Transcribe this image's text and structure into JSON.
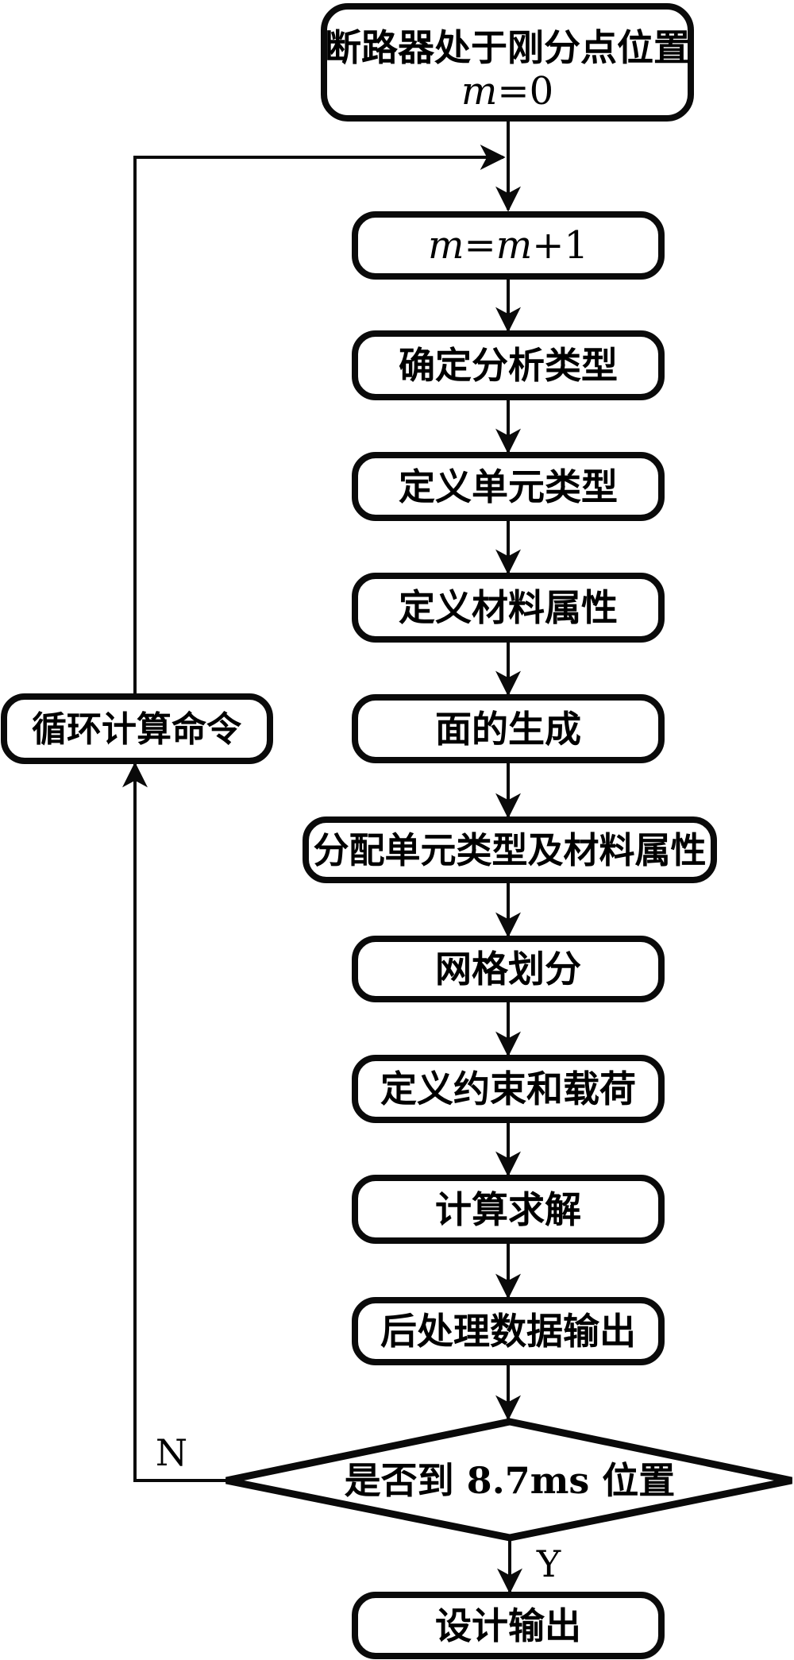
{
  "diagram": {
    "type": "flowchart",
    "colors": {
      "line": "#0a0a0a",
      "node_fill": "#ffffff",
      "background": "#ffffff",
      "text": "#000000"
    },
    "nodes": {
      "start": {
        "line1": "断路器处于刚分点位置",
        "formula_parts": [
          "m",
          "=0"
        ]
      },
      "increment": {
        "formula_parts": [
          "m",
          "=",
          "m",
          "+1"
        ]
      },
      "define_analysis": "确定分析类型",
      "define_element_type": "定义单元类型",
      "define_material": "定义材料属性",
      "surface_generation": "面的生成",
      "assign_type_material": "分配单元类型及材料属性",
      "mesh": "网格划分",
      "define_constraints_loads": "定义约束和载荷",
      "solve": "计算求解",
      "postprocess_output": "后处理数据输出",
      "decision": "是否到 8.7ms 位置",
      "design_output": "设计输出",
      "loop_command": "循环计算命令"
    },
    "branch_labels": {
      "no": "N",
      "yes": "Y"
    }
  }
}
